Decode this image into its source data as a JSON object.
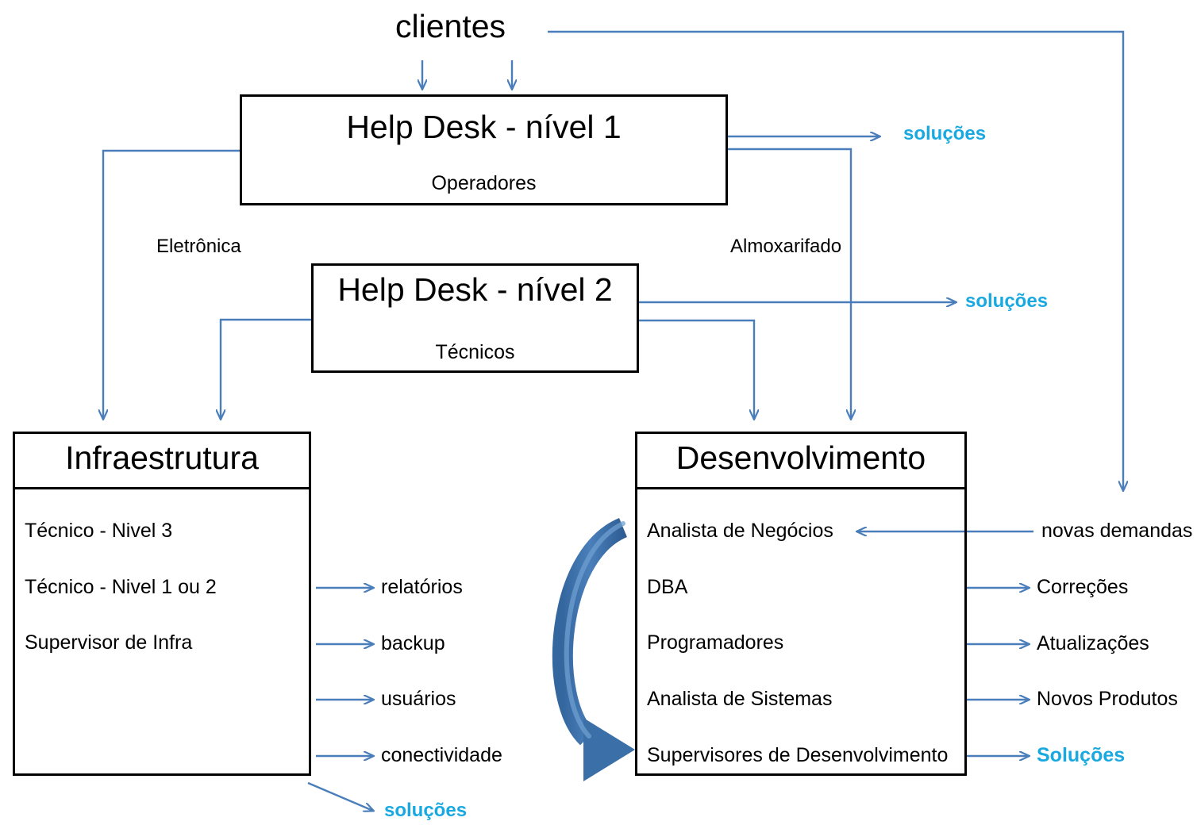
{
  "diagram": {
    "title_node": "clientes",
    "colors": {
      "wire": "#4a7ebb",
      "cyan_text": "#19a9e0",
      "box_border": "#000000",
      "curved_arrow": "#3b6fa8"
    },
    "boxes": [
      {
        "id": "help-desk-1",
        "title": "Help Desk - nível 1",
        "subtitle": "Operadores"
      },
      {
        "id": "help-desk-2",
        "title": "Help Desk - nível 2",
        "subtitle": "Técnicos"
      },
      {
        "id": "infraestrutura",
        "title": "Infraestrutura",
        "items": [
          "Técnico - Nivel 3",
          "Técnico - Nivel 1 ou 2",
          "Supervisor de Infra"
        ]
      },
      {
        "id": "desenvolvimento",
        "title": "Desenvolvimento",
        "items": [
          "Analista de Negócios",
          "DBA",
          "Programadores",
          "Analista de Sistemas",
          "Supervisores de Desenvolvimento"
        ]
      }
    ],
    "edge_labels": {
      "eletronica": "Eletrônica",
      "almoxarifado": "Almoxarifado",
      "solucoes_hd1": "soluções",
      "solucoes_hd2": "soluções",
      "solucoes_infra": "soluções",
      "novas_demandas": "novas demandas"
    },
    "infra_outputs": [
      "relatórios",
      "backup",
      "usuários",
      "conectividade"
    ],
    "dev_outputs": [
      "Correções",
      "Atualizações",
      "Novos Produtos",
      "Soluções"
    ]
  }
}
